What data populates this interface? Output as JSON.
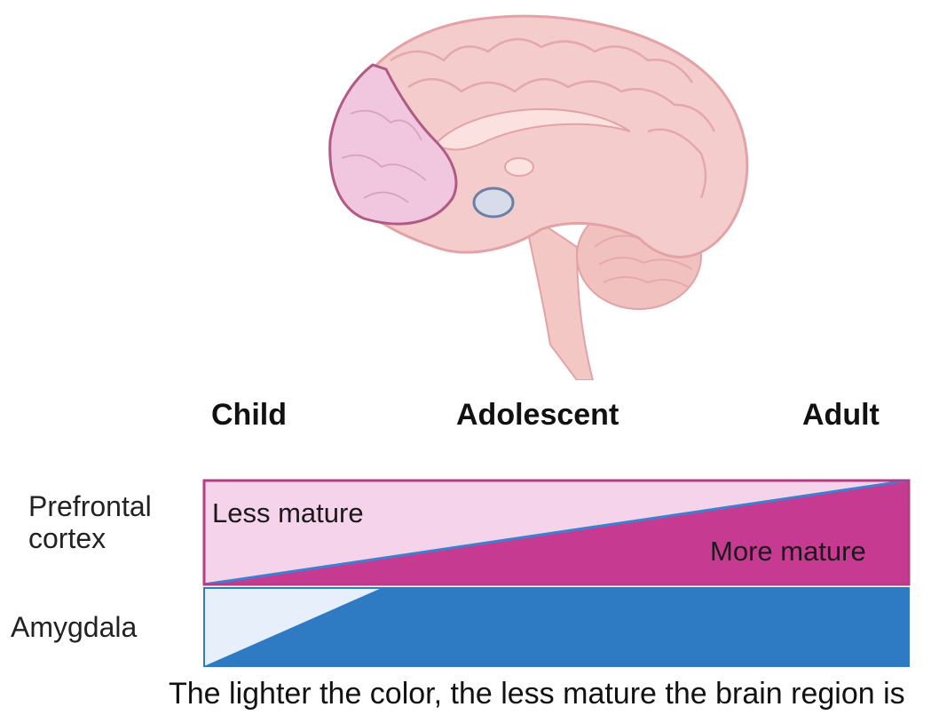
{
  "stages": [
    "Child",
    "Adolescent",
    "Adult"
  ],
  "regions": {
    "prefrontal": {
      "label": "Prefrontal\ncortex",
      "less_label": "Less mature",
      "more_label": "More mature",
      "color_light": "#f5d3ea",
      "color_dark": "#c63a92"
    },
    "amygdala": {
      "label": "Amygdala",
      "color_light": "#e6effa",
      "color_dark": "#2e7bc4"
    }
  },
  "caption": "The lighter the color, the less mature the brain region is",
  "colors": {
    "brain_fill": "#f2c4c4",
    "brain_stroke": "#e3a3a6",
    "prefrontal_highlight": "#f0c3df",
    "amygdala_highlight": "#d8dcea"
  }
}
